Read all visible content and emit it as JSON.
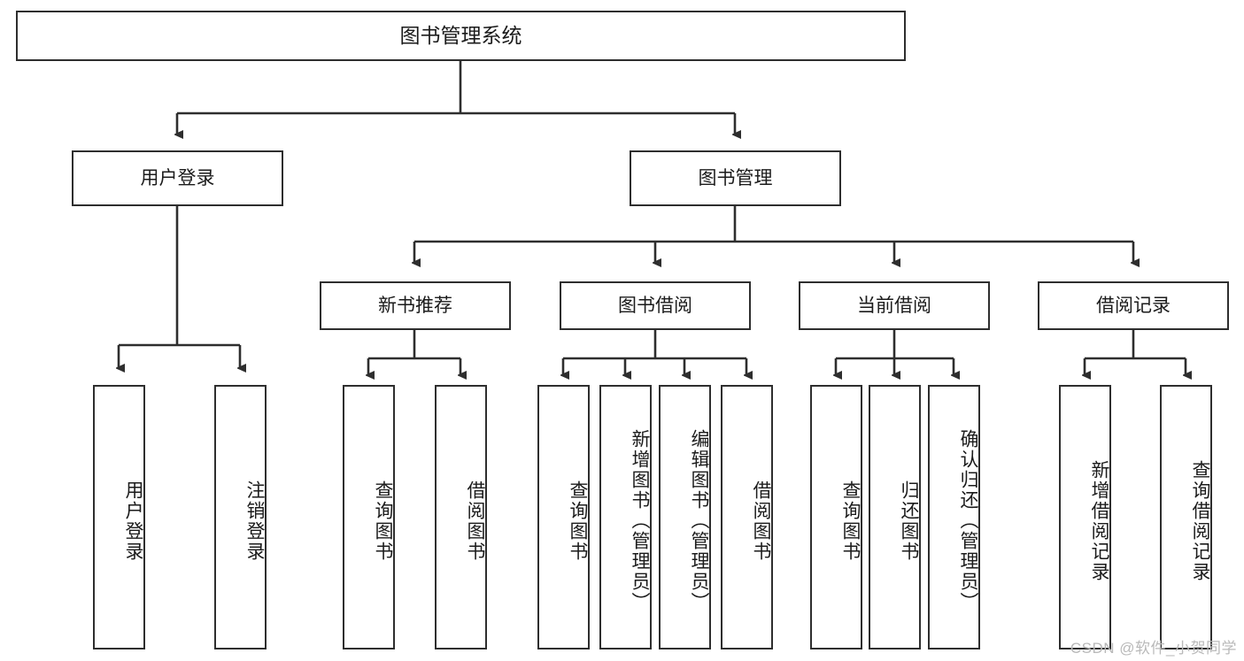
{
  "diagram": {
    "type": "tree-hierarchy",
    "title": "图书管理系统",
    "root": {
      "id": "root",
      "label": "图书管理系统"
    },
    "level1": [
      {
        "id": "user-login",
        "label": "用户登录"
      },
      {
        "id": "book-management",
        "label": "图书管理"
      }
    ],
    "level2": [
      {
        "id": "new-book-recommend",
        "label": "新书推荐",
        "parent": "book-management"
      },
      {
        "id": "book-borrow",
        "label": "图书借阅",
        "parent": "book-management"
      },
      {
        "id": "current-borrow",
        "label": "当前借阅",
        "parent": "book-management"
      },
      {
        "id": "borrow-record",
        "label": "借阅记录",
        "parent": "book-management"
      }
    ],
    "leaves": {
      "user-login": [
        {
          "id": "leaf-user-login",
          "label": "用户登录"
        },
        {
          "id": "leaf-logout-login",
          "label": "注销登录"
        }
      ],
      "new-book-recommend": [
        {
          "id": "leaf-query-book-1",
          "label": "查询图书"
        },
        {
          "id": "leaf-borrow-book-1",
          "label": "借阅图书"
        }
      ],
      "book-borrow": [
        {
          "id": "leaf-query-book-2",
          "label": "查询图书"
        },
        {
          "id": "leaf-add-book",
          "label": "新增图书（管理员）"
        },
        {
          "id": "leaf-edit-book",
          "label": "编辑图书（管理员）"
        },
        {
          "id": "leaf-borrow-book-2",
          "label": "借阅图书"
        }
      ],
      "current-borrow": [
        {
          "id": "leaf-query-book-3",
          "label": "查询图书"
        },
        {
          "id": "leaf-return-book",
          "label": "归还图书"
        },
        {
          "id": "leaf-confirm-return",
          "label": "确认归还（管理员）"
        }
      ],
      "borrow-record": [
        {
          "id": "leaf-add-record",
          "label": "新增借阅记录"
        },
        {
          "id": "leaf-query-record",
          "label": "查询借阅记录"
        }
      ]
    }
  },
  "watermark": {
    "text": "CSDN @软件_小贺同学"
  },
  "colors": {
    "stroke": "#2e2e2e",
    "background": "#ffffff",
    "text": "#1b1b1b",
    "watermark": "#b9b9b9"
  }
}
